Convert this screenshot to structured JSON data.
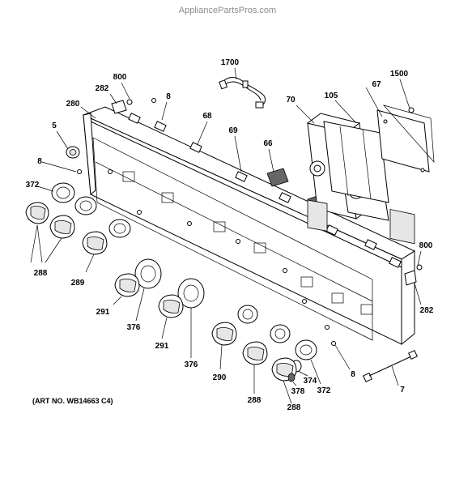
{
  "watermark": "AppliancePartsPros.com",
  "art_number": "(ART NO. WB14663 C4)",
  "callouts": {
    "c1700": "1700",
    "c1500": "1500",
    "c800_top": "800",
    "c282_top": "282",
    "c8_top": "8",
    "c280": "280",
    "c5": "5",
    "c68": "68",
    "c70": "70",
    "c67": "67",
    "c105": "105",
    "c69": "69",
    "c66": "66",
    "c8_left": "8",
    "c372_left": "372",
    "c288_left": "288",
    "c289": "289",
    "c291_a": "291",
    "c376_a": "376",
    "c291_b": "291",
    "c376_b": "376",
    "c290": "290",
    "c288_mid": "288",
    "c288_bottom": "288",
    "c378": "378",
    "c374": "374",
    "c372_right": "372",
    "c8_right": "8",
    "c7": "7",
    "c800_right": "800",
    "c282_right": "282"
  }
}
